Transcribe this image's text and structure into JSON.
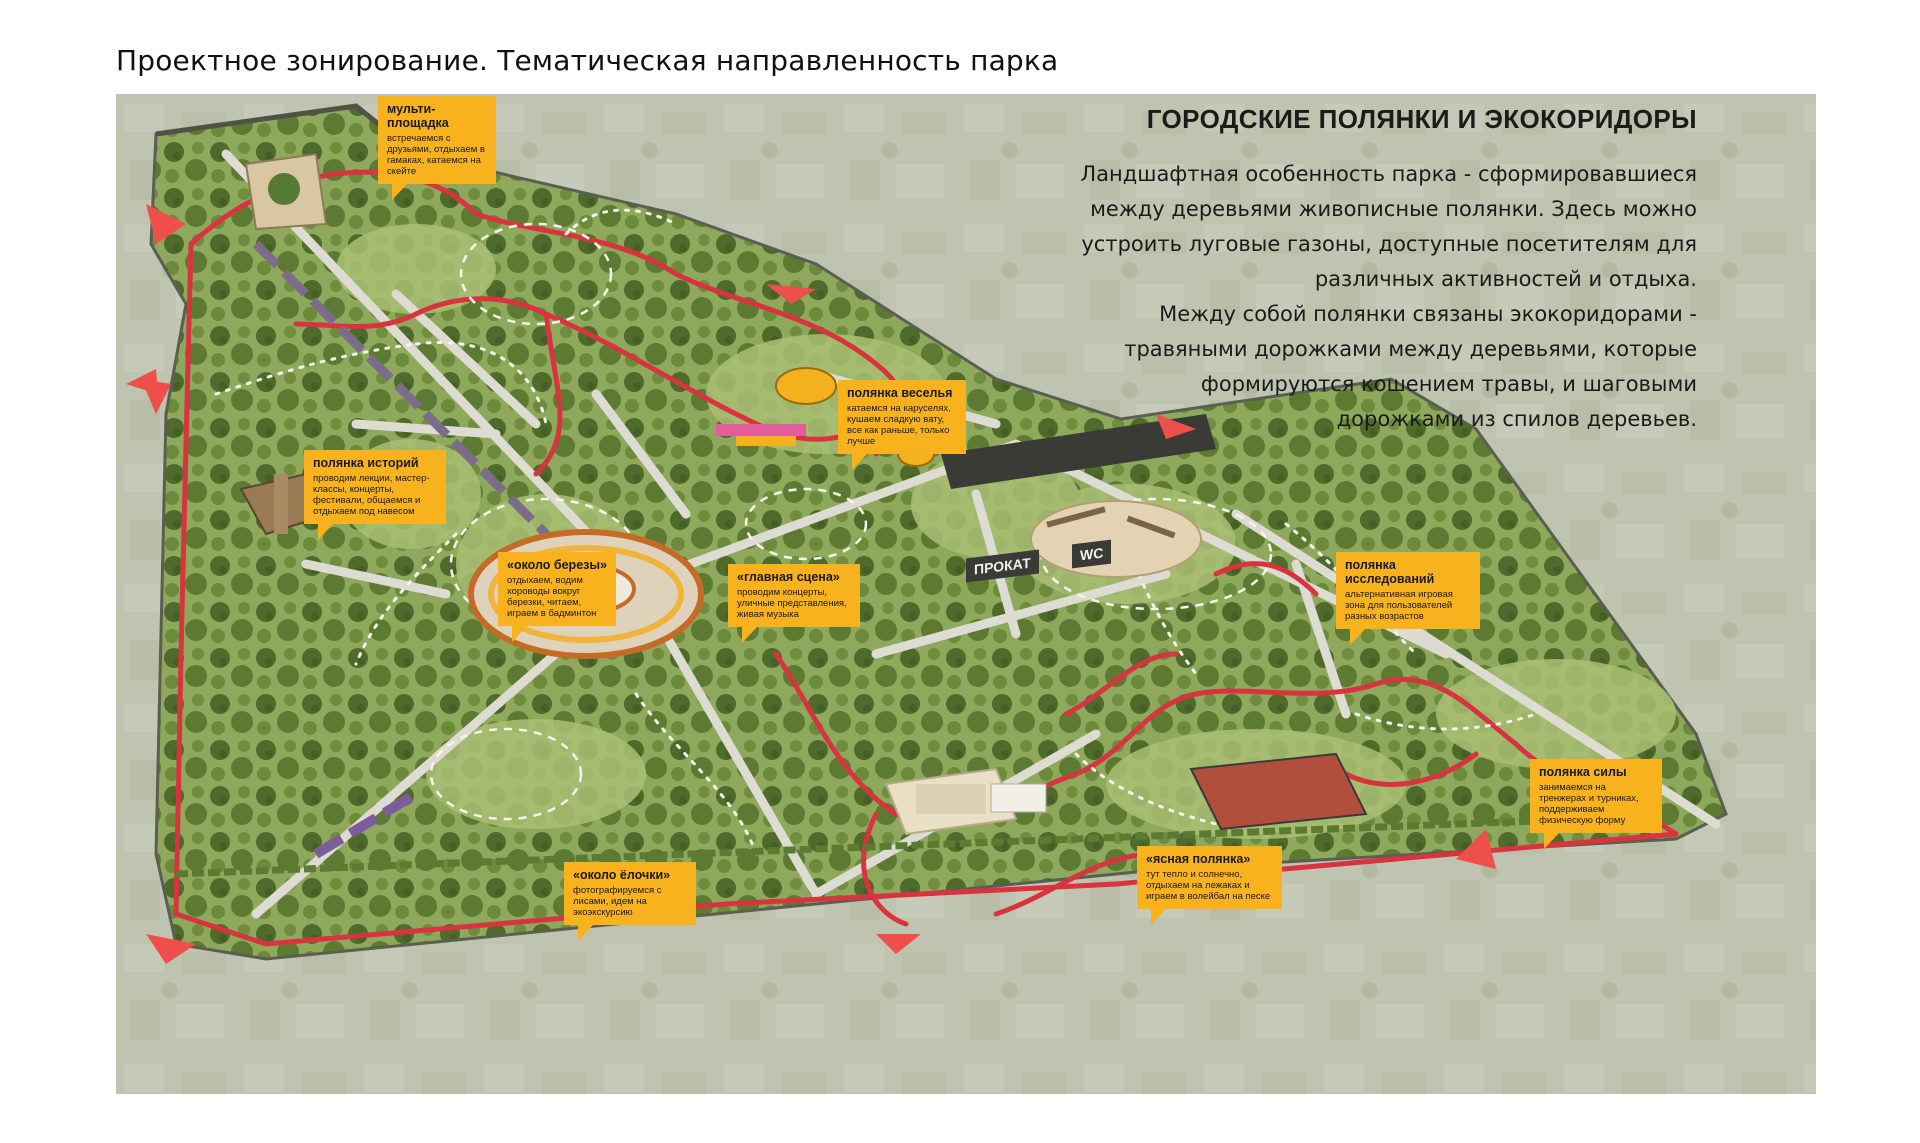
{
  "page": {
    "title": "Проектное зонирование. Тематическая направленность парка"
  },
  "info": {
    "heading": "ГОРОДСКИЕ ПОЛЯНКИ И ЭКОКОРИДОРЫ",
    "lines": [
      "Ландшафтная особенность парка - сформировавшиеся",
      "между деревьями живописные полянки. Здесь можно",
      "устроить луговые газоны, доступные посетителям для",
      "различных активностей и отдыха.",
      "Между собой полянки связаны экокоридорами -",
      "травяными дорожками между деревьями, которые",
      "формируются кошением травы, и шаговыми",
      "дорожками из спилов деревьев."
    ]
  },
  "signs": {
    "rental": "ПРОКАТ",
    "wc": "WC"
  },
  "zones": [
    {
      "title": "мульти-площадка",
      "desc": "встречаемся с друзьями, отдыхаем в гамаках, катаемся на скейте"
    },
    {
      "title": "полянка веселья",
      "desc": "катаемся на каруселях, кушаем сладкую вату, все как раньше, только лучше"
    },
    {
      "title": "полянка историй",
      "desc": "проводим лекции, мастер-классы, концерты, фестивали, общаемся и отдыхаем под навесом"
    },
    {
      "title": "«около березы»",
      "desc": "отдыхаем, водим хороводы вокруг березки, читаем, играем в бадминтон"
    },
    {
      "title": "«главная сцена»",
      "desc": "проводим концерты, уличные представления, живая музыка"
    },
    {
      "title": "полянка исследований",
      "desc": "альтернативная игровая зона для пользователей разных возрастов"
    },
    {
      "title": "полянка силы",
      "desc": "занимаемся на тренжерах и турниках, поддерживаем физическую форму"
    },
    {
      "title": "«ясная полянка»",
      "desc": "тут тепло и солнечно, отдыхаем на лежаках и играем в волейбал на песке"
    },
    {
      "title": "«около ёлочки»",
      "desc": "фотографируемся с лисами, идем на экоэкскурсию"
    }
  ],
  "colors": {
    "callout": "#f7b21d",
    "path_red": "#d9333f",
    "grass": "#8ea85c",
    "background_map": "#b7bfa8"
  }
}
